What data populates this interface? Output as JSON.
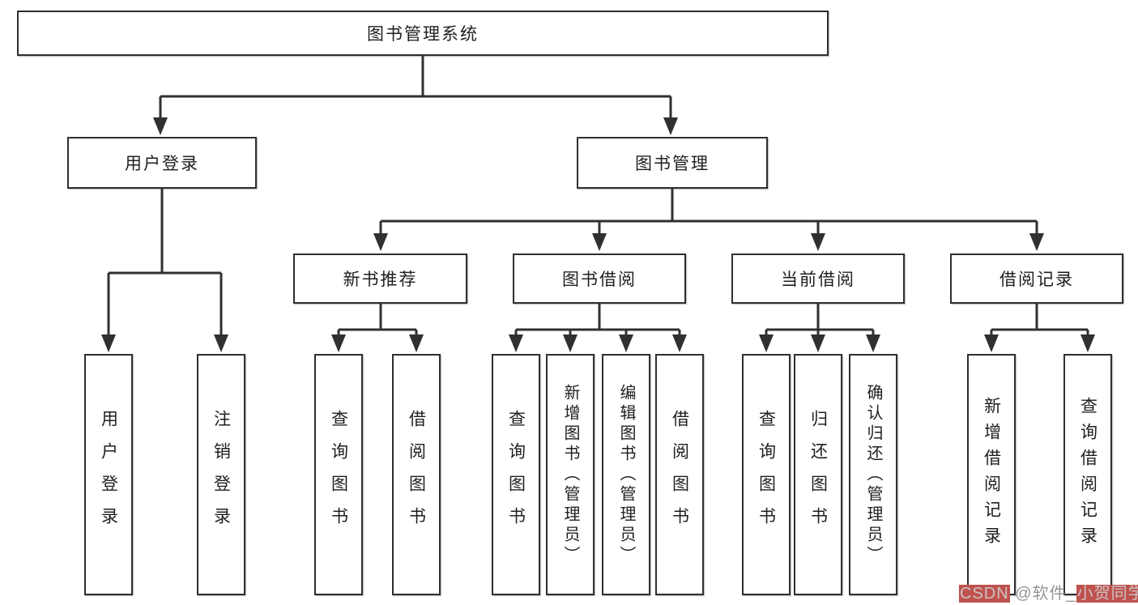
{
  "diagram": {
    "root": "图书管理系统",
    "children": [
      {
        "label": "用户登录",
        "children": [
          "用户登录",
          "注销登录"
        ]
      },
      {
        "label": "图书管理",
        "children": [
          {
            "label": "新书推荐",
            "children": [
              "查询图书",
              "借阅图书"
            ]
          },
          {
            "label": "图书借阅",
            "children": [
              "查询图书",
              "新增图书（管理员）",
              "编辑图书（管理员）",
              "借阅图书"
            ]
          },
          {
            "label": "当前借阅",
            "children": [
              "查询图书",
              "归还图书",
              "确认归还（管理员）"
            ]
          },
          {
            "label": "借阅记录",
            "children": [
              "新增借阅记录",
              "查询借阅记录"
            ]
          }
        ]
      }
    ],
    "line_color": "#303030"
  },
  "watermark": {
    "brand": "CSDN",
    "middle": " @软件_",
    "name": "小贺同学"
  }
}
